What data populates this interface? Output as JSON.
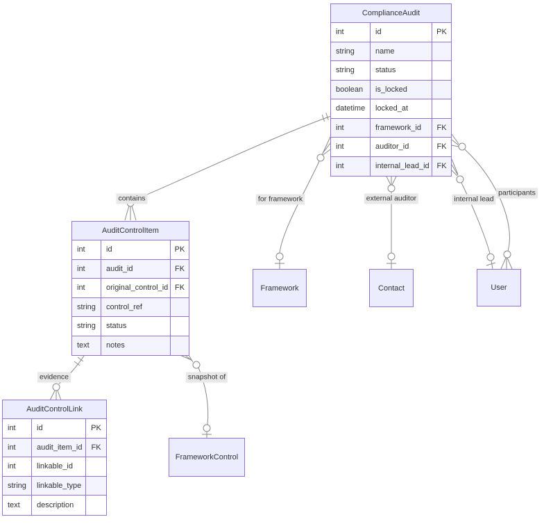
{
  "colors": {
    "entity_border": "#9370DB",
    "entity_header_fill": "#ECECFF",
    "row_alt_fill": "#f4f4ff",
    "row_fill": "#ffffff",
    "edge_line": "#8a8a8a",
    "edge_label_bg": "#e8e8e8",
    "text": "#333333",
    "background": "#ffffff"
  },
  "entities": {
    "complianceAudit": {
      "title": "ComplianceAudit",
      "rows": [
        {
          "type": "int",
          "name": "id",
          "key": "PK"
        },
        {
          "type": "string",
          "name": "name",
          "key": ""
        },
        {
          "type": "string",
          "name": "status",
          "key": ""
        },
        {
          "type": "boolean",
          "name": "is_locked",
          "key": ""
        },
        {
          "type": "datetime",
          "name": "locked_at",
          "key": ""
        },
        {
          "type": "int",
          "name": "framework_id",
          "key": "FK"
        },
        {
          "type": "int",
          "name": "auditor_id",
          "key": "FK"
        },
        {
          "type": "int",
          "name": "internal_lead_id",
          "key": "FK"
        }
      ]
    },
    "auditControlItem": {
      "title": "AuditControlItem",
      "rows": [
        {
          "type": "int",
          "name": "id",
          "key": "PK"
        },
        {
          "type": "int",
          "name": "audit_id",
          "key": "FK"
        },
        {
          "type": "int",
          "name": "original_control_id",
          "key": "FK"
        },
        {
          "type": "string",
          "name": "control_ref",
          "key": ""
        },
        {
          "type": "string",
          "name": "status",
          "key": ""
        },
        {
          "type": "text",
          "name": "notes",
          "key": ""
        }
      ]
    },
    "auditControlLink": {
      "title": "AuditControlLink",
      "rows": [
        {
          "type": "int",
          "name": "id",
          "key": "PK"
        },
        {
          "type": "int",
          "name": "audit_item_id",
          "key": "FK"
        },
        {
          "type": "int",
          "name": "linkable_id",
          "key": ""
        },
        {
          "type": "string",
          "name": "linkable_type",
          "key": ""
        },
        {
          "type": "text",
          "name": "description",
          "key": ""
        }
      ]
    },
    "framework": {
      "title": "Framework"
    },
    "contact": {
      "title": "Contact"
    },
    "user": {
      "title": "User"
    },
    "frameworkControl": {
      "title": "FrameworkControl"
    }
  },
  "relationships": [
    {
      "label": "contains",
      "from": "ComplianceAudit",
      "to": "AuditControlItem",
      "from_cardinality": "exactly-one",
      "to_cardinality": "zero-or-many"
    },
    {
      "label": "for framework",
      "from": "ComplianceAudit",
      "to": "Framework",
      "from_cardinality": "zero-or-many",
      "to_cardinality": "zero-or-one"
    },
    {
      "label": "external auditor",
      "from": "ComplianceAudit",
      "to": "Contact",
      "from_cardinality": "zero-or-many",
      "to_cardinality": "zero-or-one"
    },
    {
      "label": "internal lead",
      "from": "ComplianceAudit",
      "to": "User",
      "from_cardinality": "zero-or-many",
      "to_cardinality": "zero-or-one"
    },
    {
      "label": "participants",
      "from": "ComplianceAudit",
      "to": "User",
      "from_cardinality": "zero-or-many",
      "to_cardinality": "zero-or-many"
    },
    {
      "label": "evidence",
      "from": "AuditControlItem",
      "to": "AuditControlLink",
      "from_cardinality": "exactly-one",
      "to_cardinality": "zero-or-many"
    },
    {
      "label": "snapshot of",
      "from": "AuditControlItem",
      "to": "FrameworkControl",
      "from_cardinality": "zero-or-many",
      "to_cardinality": "zero-or-one"
    }
  ]
}
